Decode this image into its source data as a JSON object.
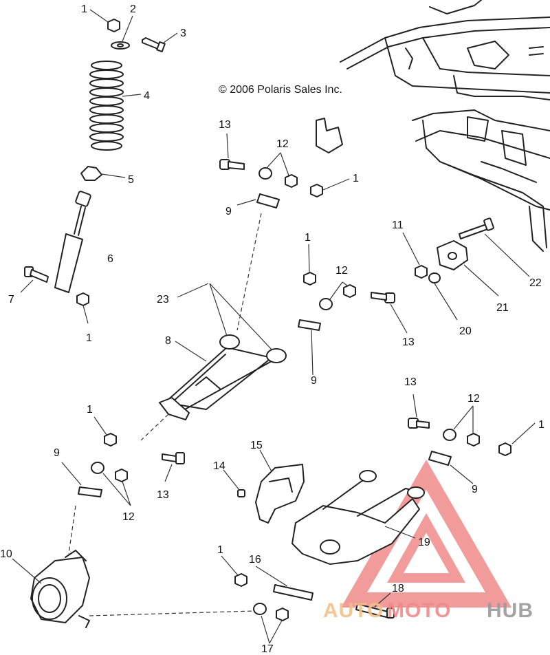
{
  "copyright": "© 2006 Polaris Sales Inc.",
  "colors": {
    "line": "#222222",
    "watermark_red": "#f08a8a",
    "watermark_orange": "#f3c089",
    "watermark_gray": "#9a9a9a"
  },
  "watermark": {
    "part1": "AUTO",
    "part2": "MOTO",
    "part3": "HUB"
  },
  "callouts": [
    {
      "id": "c1a",
      "text": "1"
    },
    {
      "id": "c2",
      "text": "2"
    },
    {
      "id": "c3",
      "text": "3"
    },
    {
      "id": "c4",
      "text": "4"
    },
    {
      "id": "c5",
      "text": "5"
    },
    {
      "id": "c6",
      "text": "6"
    },
    {
      "id": "c7",
      "text": "7"
    },
    {
      "id": "c1b",
      "text": "1"
    },
    {
      "id": "c13a",
      "text": "13"
    },
    {
      "id": "c12a",
      "text": "12"
    },
    {
      "id": "c1c",
      "text": "1"
    },
    {
      "id": "c9a",
      "text": "9"
    },
    {
      "id": "c11",
      "text": "11"
    },
    {
      "id": "c1d",
      "text": "1"
    },
    {
      "id": "c12b",
      "text": "12"
    },
    {
      "id": "c22",
      "text": "22"
    },
    {
      "id": "c23",
      "text": "23"
    },
    {
      "id": "c21",
      "text": "21"
    },
    {
      "id": "c20",
      "text": "20"
    },
    {
      "id": "c13b",
      "text": "13"
    },
    {
      "id": "c8",
      "text": "8"
    },
    {
      "id": "c9b",
      "text": "9"
    },
    {
      "id": "c13c",
      "text": "13"
    },
    {
      "id": "c12c",
      "text": "12"
    },
    {
      "id": "c1e",
      "text": "1"
    },
    {
      "id": "c1f",
      "text": "1"
    },
    {
      "id": "c9c",
      "text": "9"
    },
    {
      "id": "c15",
      "text": "15"
    },
    {
      "id": "c14",
      "text": "14"
    },
    {
      "id": "c13d",
      "text": "13"
    },
    {
      "id": "c12d",
      "text": "12"
    },
    {
      "id": "c9d",
      "text": "9"
    },
    {
      "id": "c19",
      "text": "19"
    },
    {
      "id": "c10",
      "text": "10"
    },
    {
      "id": "c1g",
      "text": "1"
    },
    {
      "id": "c16",
      "text": "16"
    },
    {
      "id": "c18",
      "text": "18"
    },
    {
      "id": "c17",
      "text": "17"
    }
  ]
}
